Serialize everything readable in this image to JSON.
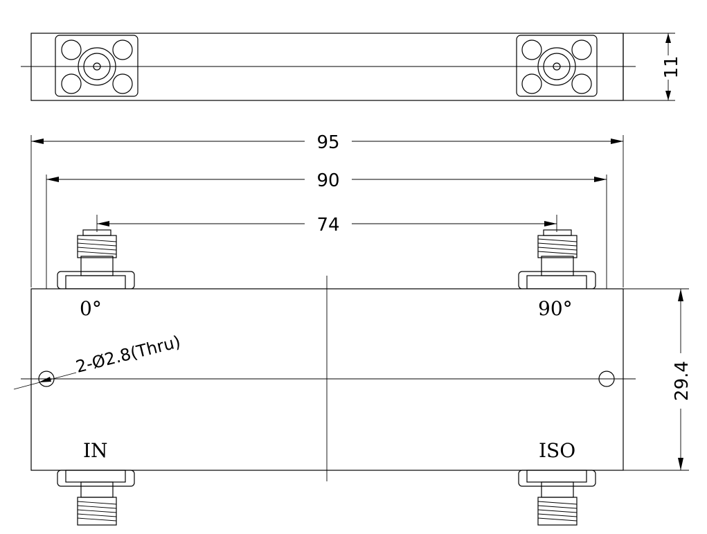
{
  "labels": {
    "port_0": "0°",
    "port_90": "90°",
    "port_in": "IN",
    "port_iso": "ISO"
  },
  "dimensions": {
    "overall_length": "95",
    "hole_spacing": "90",
    "connector_spacing": "74",
    "thickness": "11",
    "height": "29.4"
  },
  "callouts": {
    "holes": "2-Ø2.8(Thru)"
  }
}
